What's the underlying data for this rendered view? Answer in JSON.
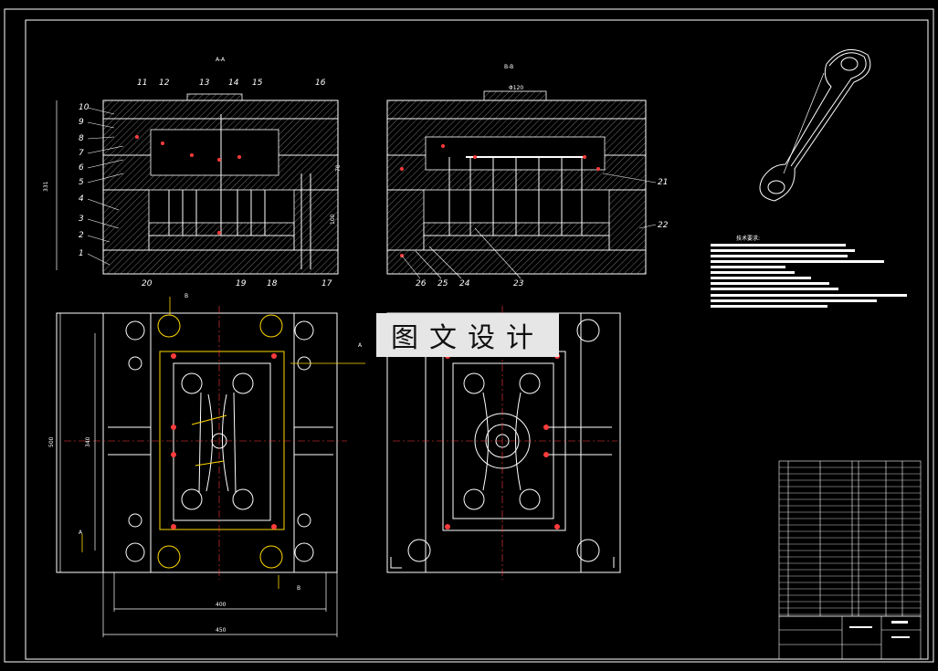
{
  "drawing": {
    "views": {
      "section_a": "A-A",
      "section_b": "B-B",
      "gate_dim": "Φ120"
    },
    "watermark": "图文设计",
    "part_numbers_left": [
      "1",
      "2",
      "3",
      "4",
      "5",
      "6",
      "7",
      "8",
      "9",
      "10",
      "11",
      "12",
      "13",
      "14",
      "15",
      "16",
      "17",
      "18",
      "19",
      "20"
    ],
    "part_numbers_right": [
      "21",
      "22",
      "23",
      "24",
      "25",
      "26"
    ],
    "dimensions": {
      "height_total": "331",
      "mid_left": "70",
      "mid_right": "100",
      "width_400": "400",
      "width_450": "450",
      "height_500": "500",
      "height_340": "340"
    },
    "section_markers": [
      "A",
      "A",
      "B",
      "B"
    ],
    "tech_title": "技术要求:",
    "colors": {
      "background": "#000000",
      "lines": "#ffffff",
      "accent_red": "#ff3b3b",
      "accent_yellow": "#ffd700"
    }
  }
}
